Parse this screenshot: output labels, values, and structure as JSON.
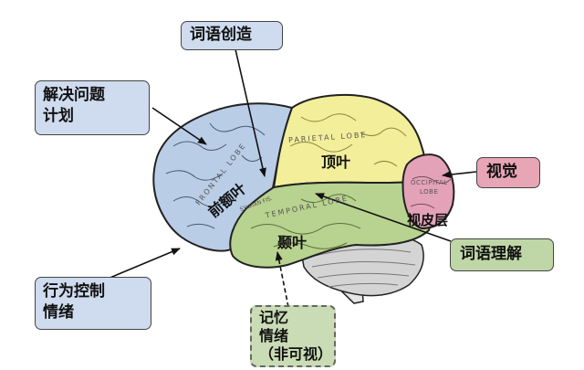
{
  "boxes": {
    "creation": "词语创造",
    "problem_line1": "解决问题",
    "problem_line2": "计划",
    "behavior_line1": "行为控制",
    "behavior_line2": "情绪",
    "memory_line1": "记忆",
    "memory_line2": "情绪",
    "memory_line3": "（非可视）",
    "vision": "视觉",
    "comprehension": "词语理解"
  },
  "lobes": {
    "frontal": "前额叶",
    "parietal": "顶叶",
    "temporal": "颞叶",
    "occipital": "视皮层"
  },
  "latin": {
    "frontal": "FRONTAL LOBE",
    "parietal": "PARIETAL LOBE",
    "temporal": "TEMPORAL LOBE",
    "occipital_1": "OCCIPITAL",
    "occipital_2": "LOBE",
    "sylvian": "SYLVIAN FIS."
  },
  "colors": {
    "frontal": "#b9cde6",
    "parietal": "#f2ee9a",
    "temporal": "#b8d28f",
    "occipital": "#e3a2b8",
    "cerebellum": "#d4d4d4",
    "box_blue": "#cfdbee",
    "box_pink": "#e7a5b6",
    "box_green": "#bfd7a7"
  }
}
